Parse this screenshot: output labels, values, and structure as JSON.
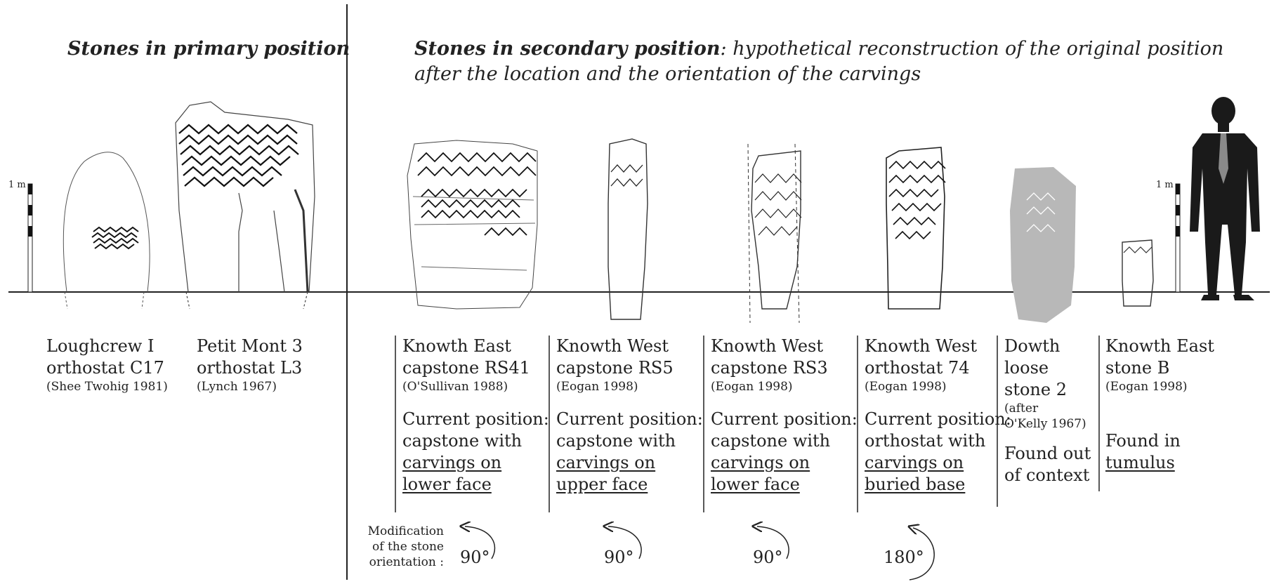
{
  "titles": {
    "primary": "Stones in primary position",
    "secondary_bold": "Stones in secondary position",
    "secondary_rest_line1": ": hypothetical reconstruction of the original position",
    "secondary_line2": "after the location and the orientation of the carvings"
  },
  "scale": {
    "left_label": "1 m",
    "right_label": "1 m"
  },
  "stones": [
    {
      "name1": "Loughcrew I",
      "name2": "orthostat C17",
      "cite": "(Shee Twohig 1981)"
    },
    {
      "name1": "Petit Mont 3",
      "name2": "orthostat L3",
      "cite": "(Lynch 1967)"
    },
    {
      "name1": "Knowth East",
      "name2": "capstone RS41",
      "cite": "(O'Sullivan 1988)",
      "pos": [
        "Current position:",
        "capstone with"
      ],
      "pos_u": [
        "carvings on",
        "lower face"
      ]
    },
    {
      "name1": "Knowth West",
      "name2": "capstone RS5",
      "cite": "(Eogan 1998)",
      "pos": [
        "Current position:",
        "capstone with"
      ],
      "pos_u": [
        "carvings on",
        "upper face"
      ]
    },
    {
      "name1": "Knowth West",
      "name2": "capstone RS3",
      "cite": "(Eogan 1998)",
      "pos": [
        "Current position:",
        "capstone with"
      ],
      "pos_u": [
        "carvings on",
        "lower face"
      ]
    },
    {
      "name1": "Knowth West",
      "name2": "orthostat 74",
      "cite": "(Eogan 1998)",
      "pos": [
        "Current position:",
        "orthostat with"
      ],
      "pos_u": [
        "carvings on",
        "buried base"
      ]
    },
    {
      "name1": "Dowth",
      "name2": "loose",
      "name3": "stone 2",
      "cite1": "(after",
      "cite2": "O'Kelly 1967)",
      "pos": [
        "Found out",
        "of context"
      ]
    },
    {
      "name1": "Knowth East",
      "name2": "stone B",
      "cite": "(Eogan 1998)",
      "pos": [
        "Found in"
      ],
      "pos_u": [
        "tumulus"
      ]
    }
  ],
  "rotation": {
    "label": [
      "Modification",
      "of the stone",
      "orientation :"
    ],
    "degrees": [
      "90°",
      "90°",
      "90°",
      "180°"
    ]
  }
}
